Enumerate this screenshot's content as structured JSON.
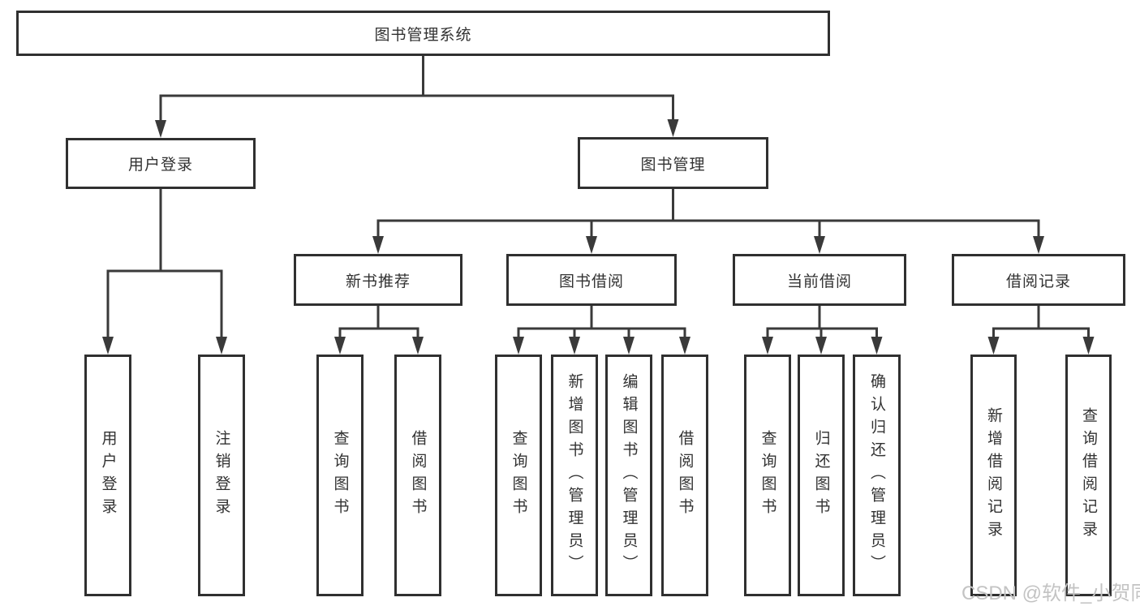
{
  "tree": {
    "root": {
      "label": "图书管理系统"
    },
    "branches": [
      {
        "label": "用户登录",
        "children": [
          {
            "label": "用户登录"
          },
          {
            "label": "注销登录"
          }
        ]
      },
      {
        "label": "图书管理",
        "groups": [
          {
            "label": "新书推荐",
            "children": [
              {
                "label": "查询图书"
              },
              {
                "label": "借阅图书"
              }
            ]
          },
          {
            "label": "图书借阅",
            "children": [
              {
                "label": "查询图书"
              },
              {
                "label": "新增图书（管理员）"
              },
              {
                "label": "编辑图书（管理员）"
              },
              {
                "label": "借阅图书"
              }
            ]
          },
          {
            "label": "当前借阅",
            "children": [
              {
                "label": "查询图书"
              },
              {
                "label": "归还图书"
              },
              {
                "label": "确认归还（管理员）"
              }
            ]
          },
          {
            "label": "借阅记录",
            "children": [
              {
                "label": "新增借阅记录"
              },
              {
                "label": "查询借阅记录"
              }
            ]
          }
        ]
      }
    ]
  },
  "watermark": {
    "text": "CSDN @软件_小贺同学"
  },
  "colors": {
    "background": "#ffffff",
    "line": "#3a3a3a",
    "box_border": "#303030",
    "text": "#323232",
    "watermark": "#c3c3c3"
  }
}
